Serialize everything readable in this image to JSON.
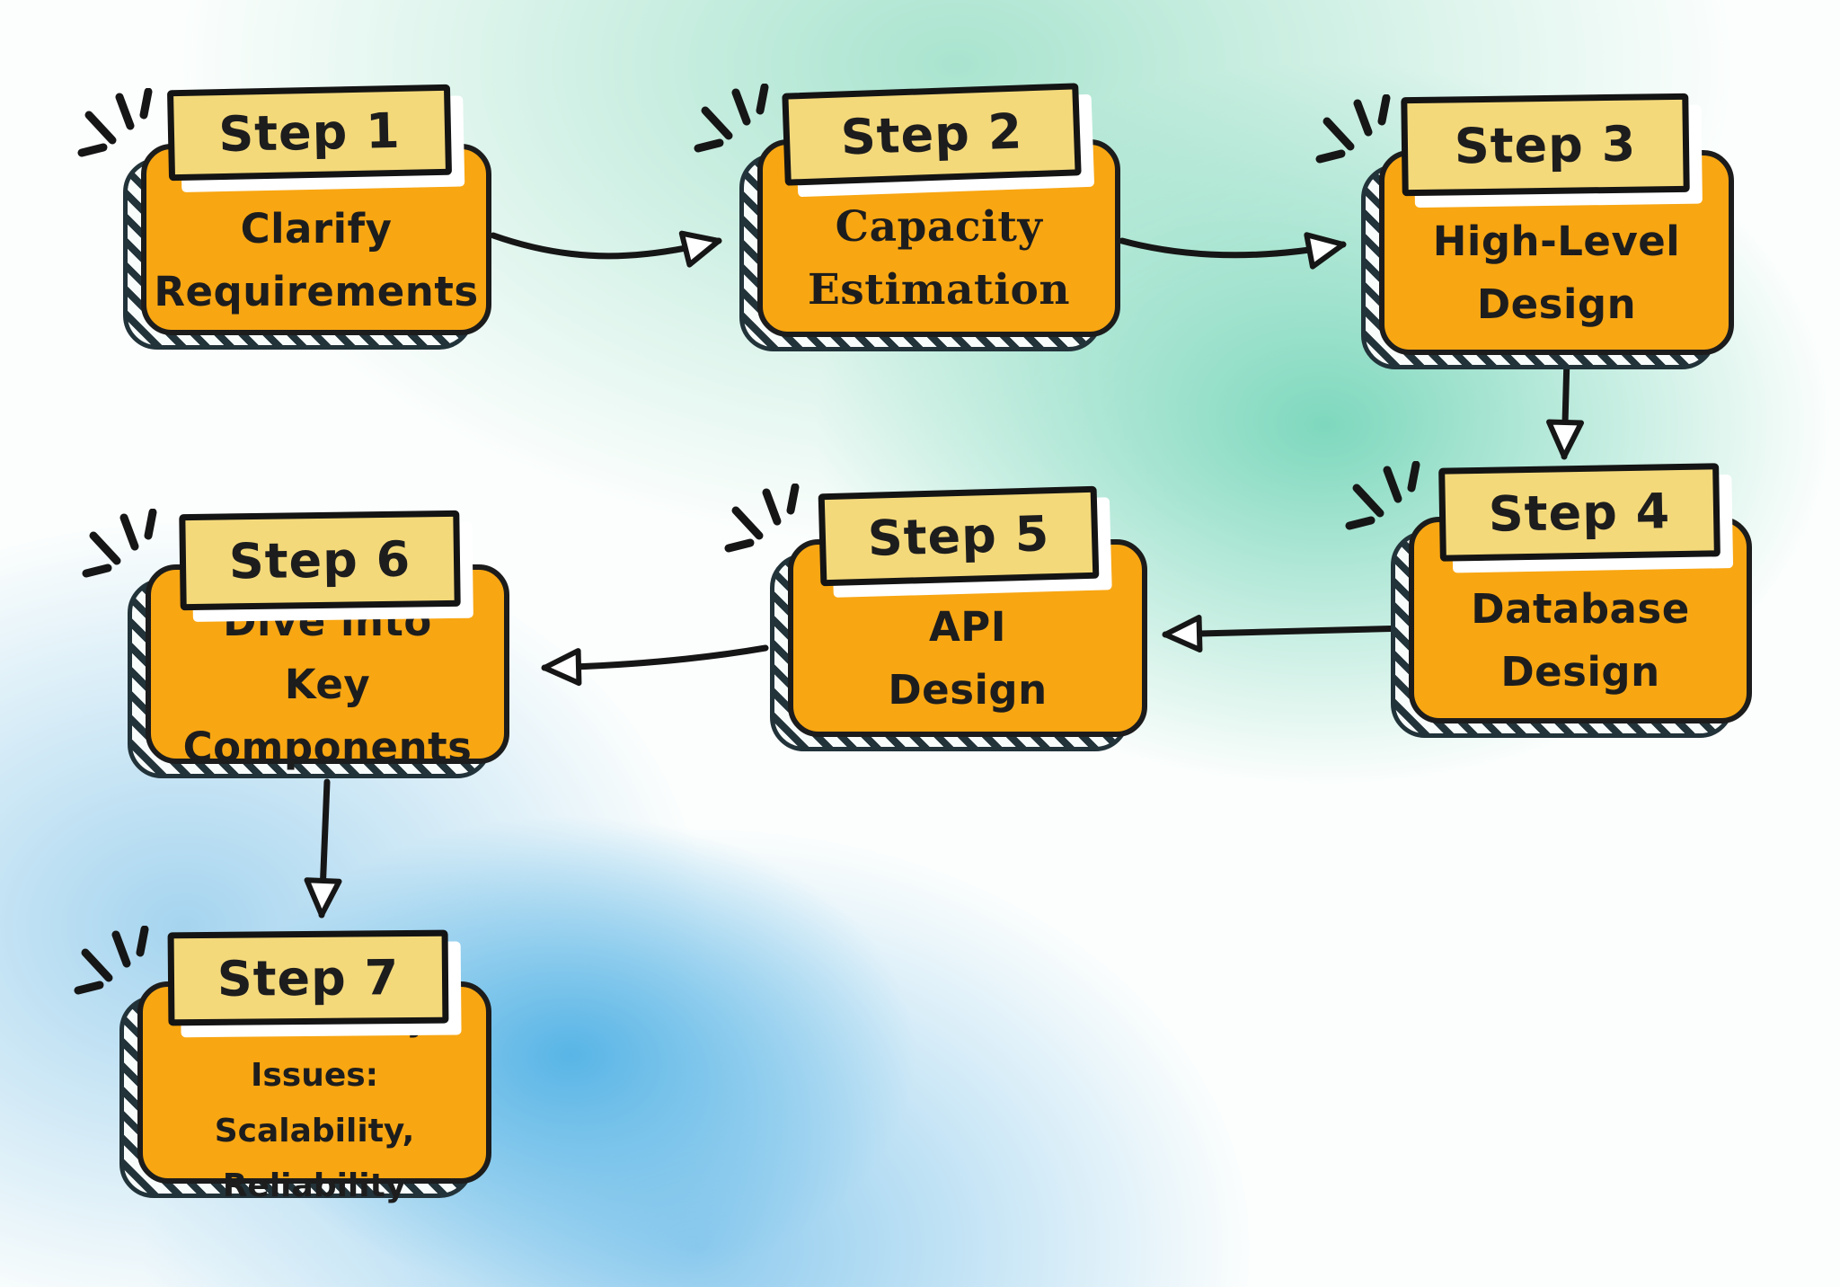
{
  "diagram": {
    "type": "flowchart",
    "theme": {
      "box_fill": "#F8A612",
      "banner_fill": "#F4D97B",
      "outline": "#1C1C1C",
      "text": "#1D1D1D",
      "hatch_shadow": "#22333A",
      "arrowhead_fill": "#FFFFFF",
      "bg_mint": "#A9E4CF",
      "bg_teal": "#7ED8BD",
      "bg_blue": "#58B5E6",
      "bg_soft_blue": "#A5D4EF"
    }
  },
  "steps": [
    {
      "label": "Step 1",
      "title": "Clarify\nRequirements"
    },
    {
      "label": "Step 2",
      "title": "Capacity\nEstimation"
    },
    {
      "label": "Step 3",
      "title": "High-Level\nDesign"
    },
    {
      "label": "Step 4",
      "title": "Database\nDesign"
    },
    {
      "label": "Step 5",
      "title": "API\nDesign"
    },
    {
      "label": "Step 6",
      "title": "Dive into\nKey Components"
    },
    {
      "label": "Step 7",
      "title": "Address Key Issues:\nScalability, Reliability"
    }
  ],
  "connections": [
    {
      "from": "Step 1",
      "to": "Step 2"
    },
    {
      "from": "Step 2",
      "to": "Step 3"
    },
    {
      "from": "Step 3",
      "to": "Step 4"
    },
    {
      "from": "Step 4",
      "to": "Step 5"
    },
    {
      "from": "Step 5",
      "to": "Step 6"
    },
    {
      "from": "Step 6",
      "to": "Step 7"
    }
  ]
}
